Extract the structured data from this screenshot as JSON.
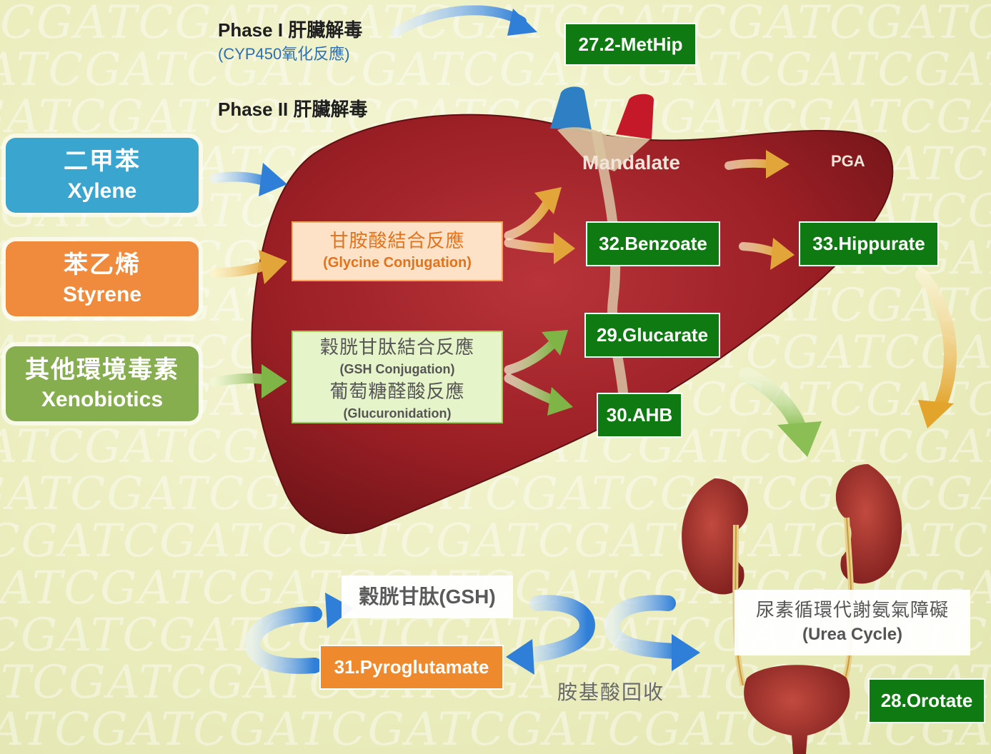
{
  "background": {
    "dna_rows": [
      "CGATCGATCGATCGATCGATCGATCGATCGATCG",
      "ATCGATCGATCGATCGATCGATCGATCGATCGAT",
      "GATCGATCGATCGATCGATCGATCGATCGATCGA",
      "TCGATCGATCGATCGATCGATCGATCGATCGATC",
      "GATCGATCGATCGATCGATCGATCGATCGATCGA",
      "ATCGATCGATCGATCGATCGATCGATCGATCGAT",
      "TCGATCGATCGATCGATCGATCGATCGATCGATC",
      "GATCGATCGATCGATCGATCGATCGATCGATCGA",
      "CGATCGATCGATCGATCGATCGATCGATCGATCG",
      "ATCGATCGATCGATCGATCGATCGATCGATCGAT",
      "GATCGATCGATCGATCGATCGATCGATCGATCGA",
      "TCGATCGATCGATCGATCGATCGATCGATCGATC",
      "ATCGATCGATCGATCGATCGATCGATCGATCGAT",
      "CGATCGATCGATCGATCGATCGATCGATCGATCG",
      "ATCGATCGATCGATCGATCGATCGATCGATCGAT",
      "GATCGATCGATCGATCGATCGATCGATCGATCGA"
    ]
  },
  "phase1": {
    "title": "Phase I 肝臟解毒",
    "subtitle": "(CYP450氧化反應)"
  },
  "phase2": {
    "title": "Phase II 肝臟解毒"
  },
  "inputs": [
    {
      "zh": "二甲苯",
      "en": "Xylene",
      "color": "#3aa6cf"
    },
    {
      "zh": "苯乙烯",
      "en": "Styrene",
      "color": "#f08a3c"
    },
    {
      "zh": "其他環境毒素",
      "en": "Xenobiotics",
      "color": "#86ad4e"
    }
  ],
  "conjugation": {
    "glycine": {
      "zh": "甘胺酸結合反應",
      "en": "(Glycine Conjugation)"
    },
    "gsh": {
      "zh": "穀胱甘肽結合反應",
      "en": "(GSH Conjugation)"
    },
    "glucuronidation": {
      "zh": "葡萄糖醛酸反應",
      "en": "(Glucuronidation)"
    }
  },
  "liver_labels": {
    "mandalate": "Mandalate",
    "pga": "PGA"
  },
  "markers": {
    "methip": "27.2-MetHip",
    "benzoate": "32.Benzoate",
    "hippurate": "33.Hippurate",
    "glucarate": "29.Glucarate",
    "ahb": "30.AHB",
    "pyroglutamate": "31.Pyroglutamate",
    "orotate": "28.Orotate"
  },
  "gsh_cycle": {
    "gsh_label": "穀胱甘肽(GSH)",
    "amino_recycle": "胺基酸回收"
  },
  "urea": {
    "zh": "尿素循環代謝氨氣障礙",
    "en": "(Urea Cycle)"
  },
  "colors": {
    "marker_green": "#0f7a12",
    "marker_orange": "#ee8a2d",
    "liver": "#9c1f24",
    "arrow_blue": "#2d7fd6",
    "arrow_gold": "#e7b24a",
    "arrow_green": "#8fbf55"
  }
}
